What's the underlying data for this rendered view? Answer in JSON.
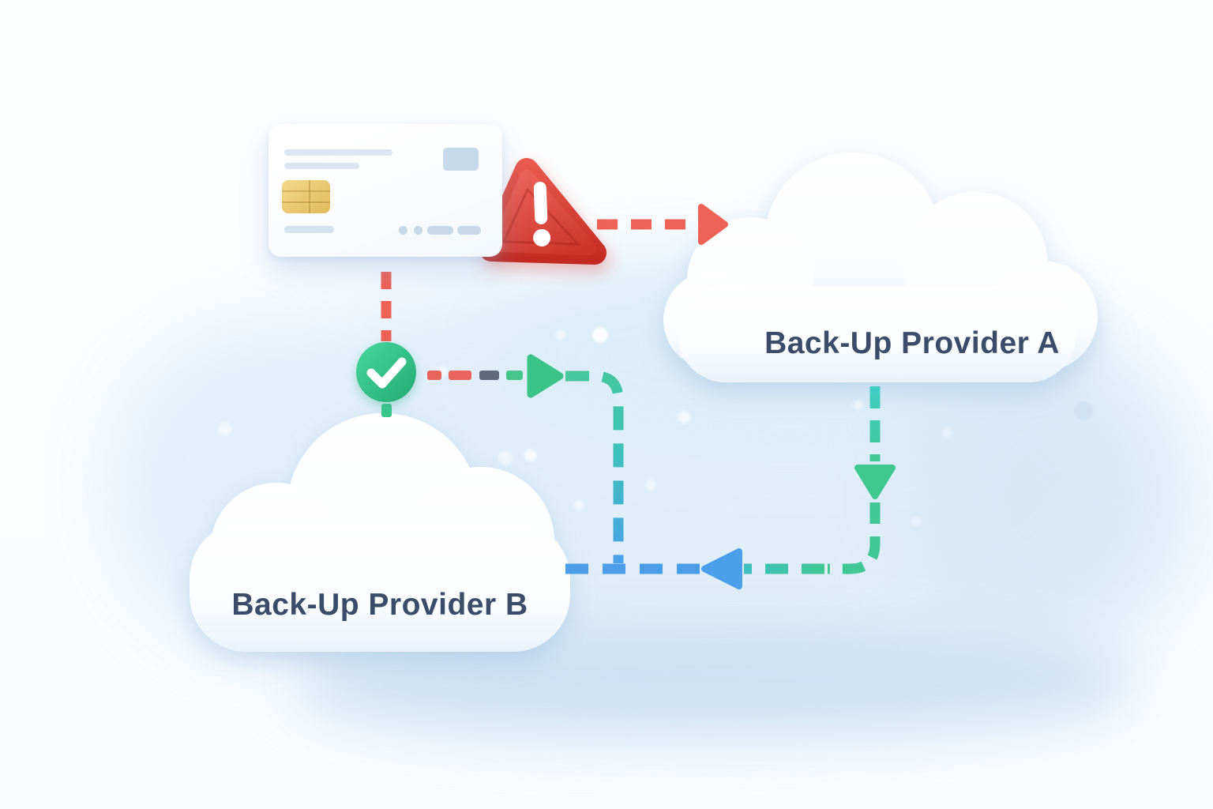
{
  "illustration": {
    "provider_a": {
      "label": "Back-Up Provider A"
    },
    "provider_b": {
      "label": "Back-Up Provider B"
    },
    "icons": {
      "payment": "credit-card-icon",
      "failure": "warning-triangle-icon",
      "success": "check-circle-icon",
      "node_a": "cloud-icon",
      "node_b": "cloud-icon",
      "arrow_to_a": "arrow-right-icon",
      "arrow_to_junction": "arrow-right-icon",
      "arrow_down_from_a": "arrow-down-icon",
      "arrow_to_b": "arrow-left-icon"
    },
    "colors": {
      "alert_red": "#df3d33",
      "dash_red": "#ee6157",
      "success_green": "#2fbd85",
      "dash_green": "#42c68f",
      "dash_teal": "#3cc2c0",
      "dash_blue": "#4a9fe8",
      "dash_slate": "#5d6b7d",
      "chip_gold": "#ecc976",
      "label_text": "#3b4b69",
      "cloud_fill": "#ffffff",
      "background_tint": "#d9eaf7"
    },
    "flows": [
      {
        "from": "credit-card",
        "to": "provider-a",
        "style": "dashed",
        "status_icon": "warning-triangle-icon",
        "line_colors": [
          "#ee6157"
        ]
      },
      {
        "from": "credit-card",
        "to": "provider-b",
        "style": "dashed",
        "status_icon": "check-circle-icon",
        "line_colors": [
          "#ee6157",
          "#5d6b7d",
          "#42c68f",
          "#3cc2c0",
          "#4a9fe8"
        ]
      },
      {
        "from": "provider-a",
        "to": "provider-b",
        "style": "dashed",
        "line_colors": [
          "#3fcdc6",
          "#42c68f",
          "#3fc0c0",
          "#4a9fe8"
        ]
      }
    ]
  }
}
